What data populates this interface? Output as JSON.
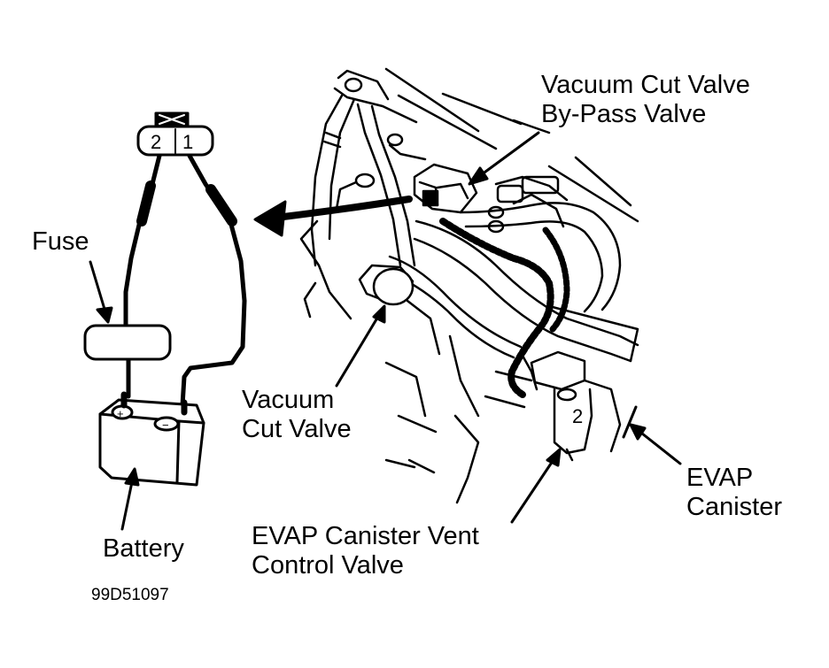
{
  "labels": {
    "vacuum_cut_valve_bypass_line1": "Vacuum Cut Valve",
    "vacuum_cut_valve_bypass_line2": "By-Pass Valve",
    "fuse": "Fuse",
    "vacuum_cut_valve_line1": "Vacuum",
    "vacuum_cut_valve_line2": "Cut Valve",
    "evap_canister_line1": "EVAP",
    "evap_canister_line2": "Canister",
    "battery": "Battery",
    "vent_valve_line1": "EVAP Canister Vent",
    "vent_valve_line2": "Control Valve",
    "figure_code": "99D51097"
  },
  "connector": {
    "pin_left": "2",
    "pin_right": "1"
  },
  "battery_terminals": {
    "positive": "+",
    "negative": "−"
  },
  "vent_valve_marking": "2"
}
